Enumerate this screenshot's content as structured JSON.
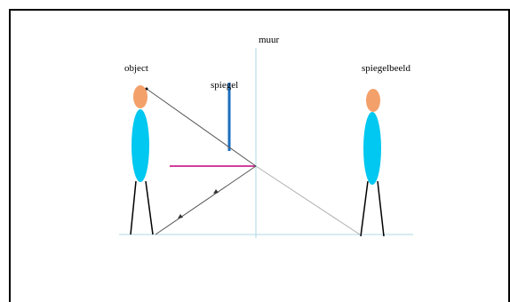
{
  "labels": {
    "wall": "muur",
    "object": "object",
    "mirror": "spiegel",
    "mirror_image": "spiegelbeeld"
  },
  "colors": {
    "frame": "#000000",
    "ground_line": "#add8e6",
    "wall_line": "#add8e6",
    "mirror": "#1e6fc0",
    "normal_line": "#c0007a",
    "ray": "#555555",
    "virtual_ray": "#b0b0b0",
    "head": "#f4a06a",
    "body": "#00c8f0",
    "legs": "#000000"
  }
}
